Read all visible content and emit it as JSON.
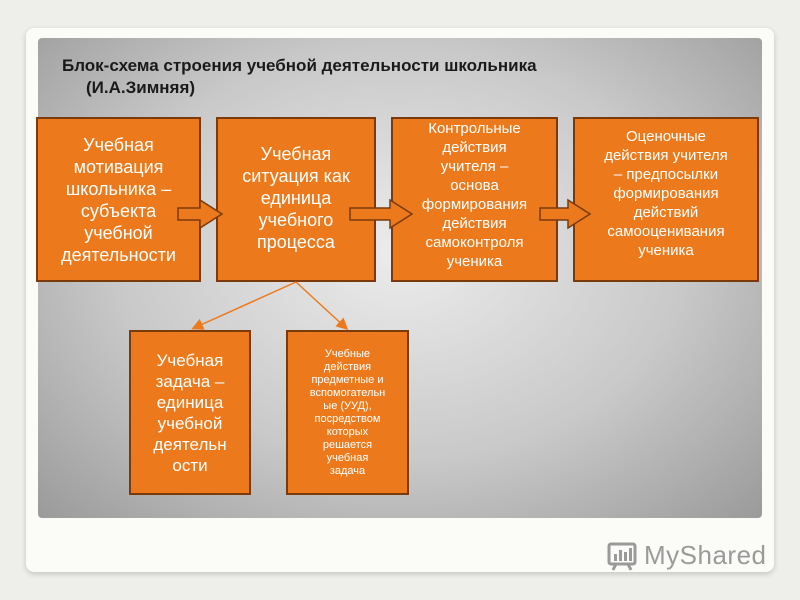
{
  "title": {
    "line1": "Блок-схема строения учебной деятельности школьника",
    "line2": "(И.А.Зимняя)"
  },
  "boxes": {
    "motivation": "Учебная\nмотивация\nшкольника –\nсубъекта\nучебной\nдеятельности",
    "situation": "Учебная\nситуация как\nединица\nучебного\nпроцесса",
    "control": "Контрольные\nдействия\nучителя –\nоснова\nформирования\nдействия\nсамоконтроля\nученика",
    "evaluation": "Оценочные\nдействия учителя\n– предпосылки\nформирования\nдействий\nсамооценивания\nученика",
    "task": "Учебная\nзадача –\nединица\nучебной\nдеятельн\nости",
    "actions": "Учебные\nдействия\nпредметные и\nвспомогательн\nые (УУД),\nпосредством\nкоторых\nрешается\nучебная\nзадача"
  },
  "logo": {
    "text": "MyShared",
    "icon": "myshared-logo-icon"
  },
  "colors": {
    "box_fill": "#ec7a1c",
    "box_border": "#7a3a0c",
    "arrow": "#ec7a1c"
  }
}
